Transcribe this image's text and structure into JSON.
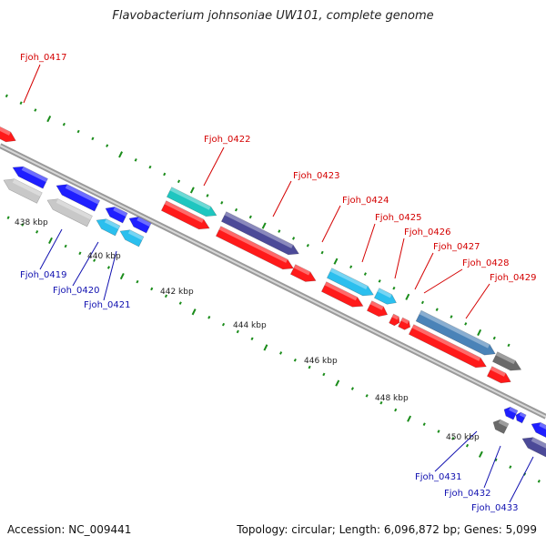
{
  "title": "Flavobacterium johnsoniae UW101, complete genome",
  "footer": {
    "accession_label": "Accession:",
    "accession": "NC_009441",
    "topology_label": "Topology:",
    "topology": "circular",
    "length_label": "Length:",
    "length": "6,096,872 bp",
    "genes_label": "Genes:",
    "genes": "5,099"
  },
  "scale_labels": [
    "438 kbp",
    "440 kbp",
    "442 kbp",
    "444 kbp",
    "446 kbp",
    "448 kbp",
    "450 kbp"
  ],
  "gene_labels_forward": [
    "Fjoh_0417",
    "Fjoh_0422",
    "Fjoh_0423",
    "Fjoh_0424",
    "Fjoh_0425",
    "Fjoh_0426",
    "Fjoh_0427",
    "Fjoh_0428",
    "Fjoh_0429"
  ],
  "gene_labels_reverse": [
    "Fjoh_0419",
    "Fjoh_0420",
    "Fjoh_0421",
    "Fjoh_0431",
    "Fjoh_0432",
    "Fjoh_0433"
  ],
  "colors": {
    "red": "#ff1a1a",
    "blue": "#1f1fff",
    "light_blue": "#2bbfee",
    "teal": "#1fc6c0",
    "purple": "#4c4a98",
    "steel_blue": "#4a83b8",
    "gray": "#6a6a6a",
    "light_gray": "#c8c8c8",
    "tick_green": "#1a8c1a",
    "backbone": "#8a8a8a",
    "label_red": "#d40000",
    "label_blue": "#1010b0"
  }
}
